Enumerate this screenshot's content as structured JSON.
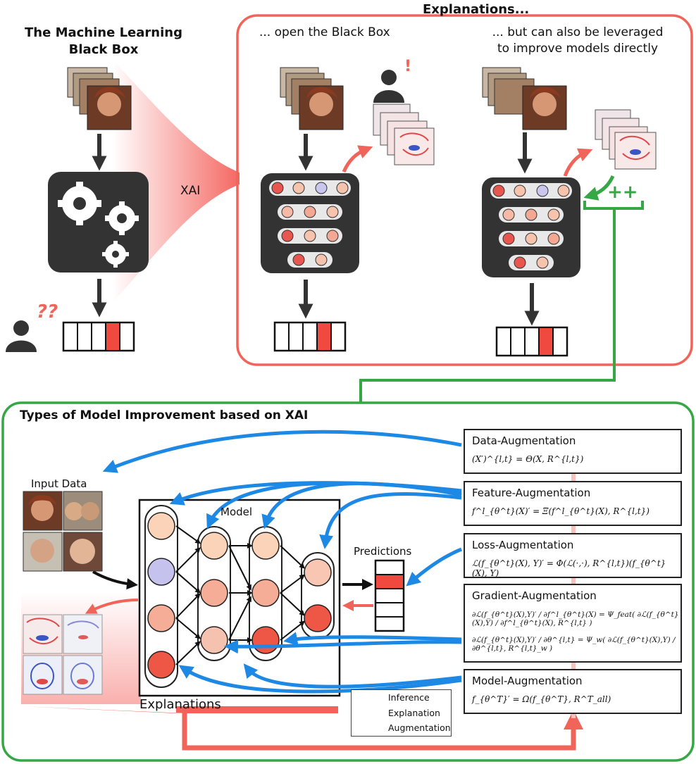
{
  "top": {
    "header": "Explanations...",
    "black_box_title_line1": "The Machine Learning",
    "black_box_title_line2": "Black Box",
    "xai": "XAI",
    "open_black_box": "... open the Black Box",
    "leverage_line1": "... but can also be leveraged",
    "leverage_line2": "to improve models directly",
    "question_marks": "??",
    "exclamation": "!",
    "plusplus": "++"
  },
  "bottom": {
    "title": "Types of Model Improvement based on XAI",
    "input_data": "Input Data",
    "model": "Model",
    "predictions": "Predictions",
    "explanations": "Explanations"
  },
  "augmentations": [
    {
      "title": "Data-Augmentation",
      "formula": "(X′)^{l,t} = Θ(X, R^{l,t})"
    },
    {
      "title": "Feature-Augmentation",
      "formula": "f^l_{θ^t}(X)′ = Ξ(f^l_{θ^t}(X), R^{l,t})"
    },
    {
      "title": "Loss-Augmentation",
      "formula": "ℒ(f_{θ^t}(X), Y)′ = Φ(ℒ(·,·), R^{l,t})(f_{θ^t}(X), Y)"
    },
    {
      "title": "Gradient-Augmentation",
      "formula1": "∂ℒ(f_{θ^t}(X),Y)′ / ∂f^l_{θ^t}(X) = Ψ_feat( ∂ℒ(f_{θ^t}(X),Y) / ∂f^l_{θ^t}(X), R^{l,t} )",
      "formula2": "∂ℒ(f_{θ^t}(X),Y)′ / ∂θ^{l,t} = Ψ_w( ∂ℒ(f_{θ^t}(X),Y) / ∂θ^{l,t}, R^{l,t}_w )"
    },
    {
      "title": "Model-Augmentation",
      "formula": "f_{θ^T}′ = Ω(f_{θ^T}, R^T_all)"
    }
  ],
  "legend": [
    {
      "label": "Inference",
      "color": "#111111"
    },
    {
      "label": "Explanation",
      "color": "#f0645a"
    },
    {
      "label": "Augmentation",
      "color": "#1e88e5"
    }
  ],
  "colors": {
    "red": "#f0645a",
    "green": "#35a845",
    "blue": "#1e88e5",
    "dark": "#333333"
  }
}
